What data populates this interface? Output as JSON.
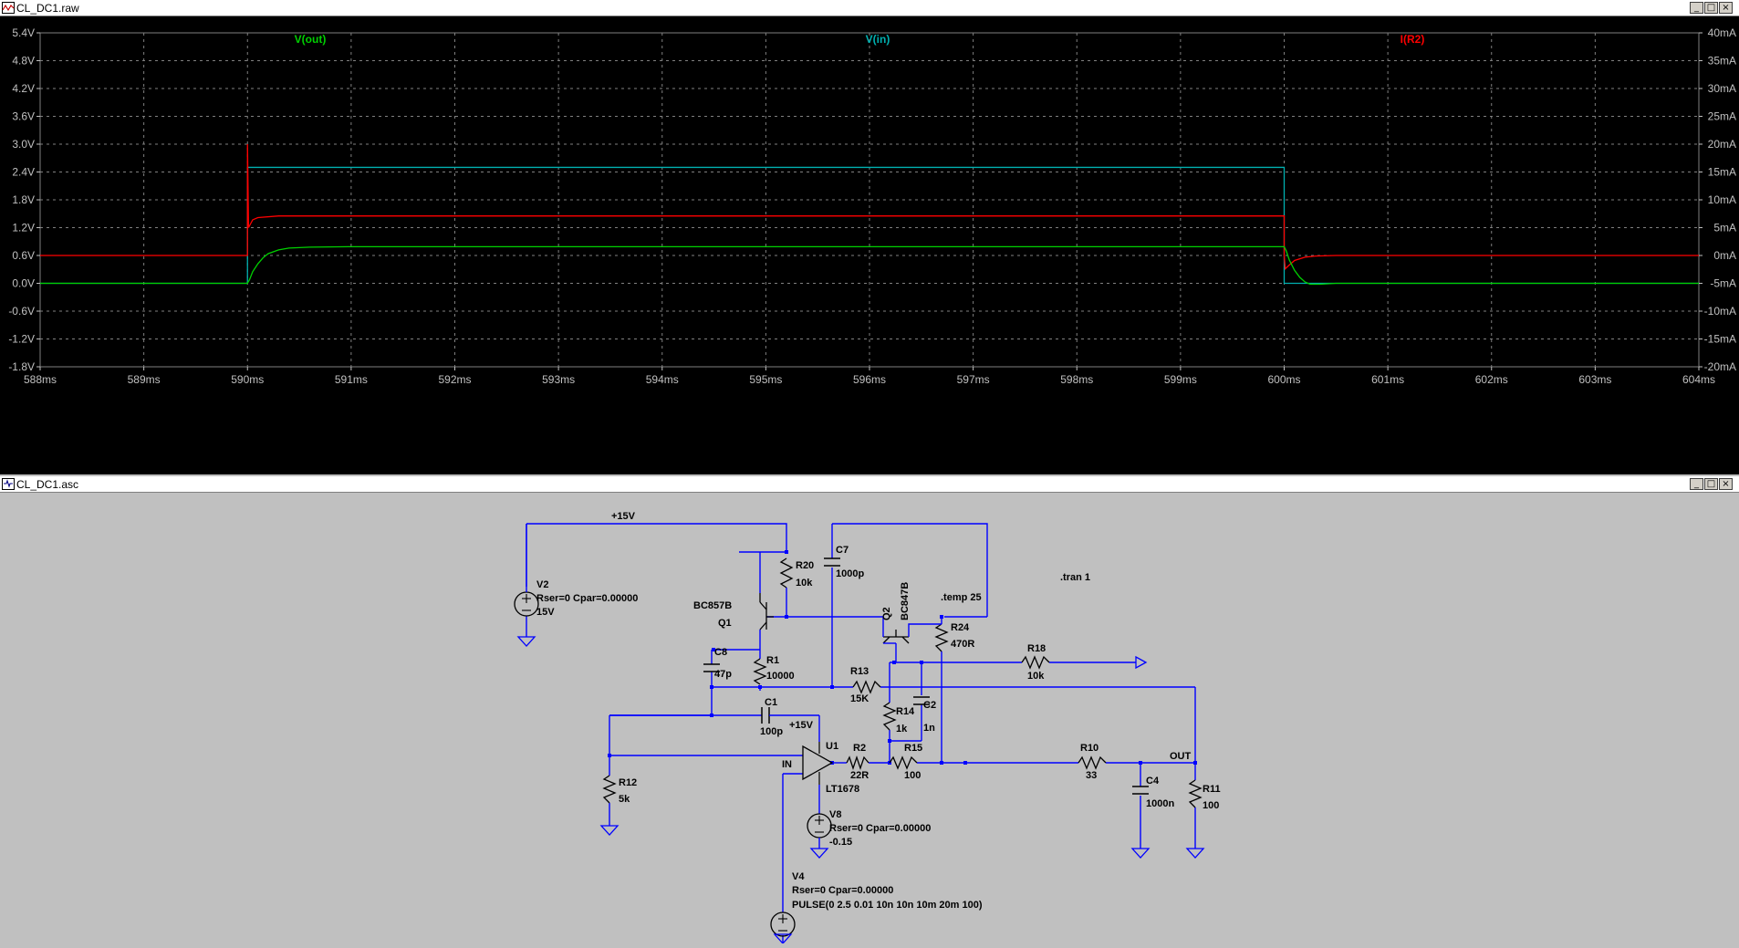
{
  "plot_window": {
    "title": "CL_DC1.raw",
    "controls": {
      "minimize": "_",
      "maximize": "□",
      "close": "×"
    }
  },
  "schematic_window": {
    "title": "CL_DC1.asc",
    "controls": {
      "minimize": "_",
      "maximize": "□",
      "close": "×"
    }
  },
  "chart_data": {
    "type": "line",
    "xlabel": "",
    "x_unit": "ms",
    "xlim": [
      588,
      604
    ],
    "x_ticks": [
      "588ms",
      "589ms",
      "590ms",
      "591ms",
      "592ms",
      "593ms",
      "594ms",
      "595ms",
      "596ms",
      "597ms",
      "598ms",
      "599ms",
      "600ms",
      "601ms",
      "602ms",
      "603ms",
      "604ms"
    ],
    "left_axis": {
      "ylim": [
        -1.8,
        5.4
      ],
      "ticks": [
        "5.4V",
        "4.8V",
        "4.2V",
        "3.6V",
        "3.0V",
        "2.4V",
        "1.8V",
        "1.2V",
        "0.6V",
        "0.0V",
        "-0.6V",
        "-1.2V",
        "-1.8V"
      ]
    },
    "right_axis": {
      "ylim": [
        -20,
        40
      ],
      "ticks": [
        "40mA",
        "35mA",
        "30mA",
        "25mA",
        "20mA",
        "15mA",
        "10mA",
        "5mA",
        "0mA",
        "-5mA",
        "-10mA",
        "-15mA",
        "-20mA"
      ]
    },
    "grid": true,
    "series": [
      {
        "name": "V(out)",
        "color": "#00d000",
        "axis": "left",
        "points": [
          [
            588,
            0
          ],
          [
            590,
            0
          ],
          [
            590.02,
            0.08
          ],
          [
            590.05,
            0.25
          ],
          [
            590.1,
            0.42
          ],
          [
            590.15,
            0.55
          ],
          [
            590.2,
            0.64
          ],
          [
            590.3,
            0.72
          ],
          [
            590.4,
            0.76
          ],
          [
            590.6,
            0.78
          ],
          [
            591,
            0.79
          ],
          [
            600,
            0.79
          ],
          [
            600.02,
            0.7
          ],
          [
            600.05,
            0.5
          ],
          [
            600.1,
            0.28
          ],
          [
            600.15,
            0.13
          ],
          [
            600.2,
            0.03
          ],
          [
            600.25,
            -0.02
          ],
          [
            600.35,
            -0.02
          ],
          [
            600.5,
            0
          ],
          [
            604,
            0
          ]
        ]
      },
      {
        "name": "V(in)",
        "color": "#00b0b0",
        "axis": "left",
        "points": [
          [
            588,
            0
          ],
          [
            590,
            0
          ],
          [
            590,
            2.5
          ],
          [
            600,
            2.5
          ],
          [
            600,
            0
          ],
          [
            604,
            0
          ]
        ]
      },
      {
        "name": "I(R2)",
        "color": "#ff0000",
        "axis": "right",
        "points": [
          [
            588,
            0
          ],
          [
            590,
            0
          ],
          [
            590,
            20
          ],
          [
            590.01,
            5
          ],
          [
            590.05,
            6.4
          ],
          [
            590.1,
            6.8
          ],
          [
            590.3,
            7.1
          ],
          [
            600,
            7.1
          ],
          [
            600,
            0
          ],
          [
            600.01,
            -2.4
          ],
          [
            600.05,
            -1.7
          ],
          [
            600.1,
            -0.9
          ],
          [
            600.2,
            -0.3
          ],
          [
            600.3,
            -0.1
          ],
          [
            600.5,
            0
          ],
          [
            604,
            0
          ]
        ]
      }
    ]
  },
  "schematic": {
    "labels": {
      "p15v_top": "+15V",
      "v2_name": "V2",
      "v2_params": "Rser=0 Cpar=0.00000",
      "v2_value": "15V",
      "r20_name": "R20",
      "r20_value": "10k",
      "c7_name": "C7",
      "c7_value": "1000p",
      "q1_type": "BC857B",
      "q1_name": "Q1",
      "q2_name": "Q2",
      "q2_type": "BC847B",
      "temp": ".temp 25",
      "tran": ".tran 1",
      "r24_name": "R24",
      "r24_value": "470R",
      "c8_name": "C8",
      "c8_value": "47p",
      "r1_name": "R1",
      "r1_value": "10000",
      "r18_name": "R18",
      "r18_value": "10k",
      "r13_name": "R13",
      "r13_value": "15K",
      "r14_name": "R14",
      "r14_value": "1k",
      "c2_name": "C2",
      "c2_value": "1n",
      "c1_name": "C1",
      "c1_value": "100p",
      "p15v_u1": "+15V",
      "u1_name": "U1",
      "u1_type": "LT1678",
      "r2_name": "R2",
      "r2_value": "22R",
      "r15_name": "R15",
      "r15_value": "100",
      "r10_name": "R10",
      "r10_value": "33",
      "out": "OUT",
      "in": "IN",
      "c4_name": "C4",
      "c4_value": "1000n",
      "r11_name": "R11",
      "r11_value": "100",
      "r12_name": "R12",
      "r12_value": "5k",
      "v8_name": "V8",
      "v8_params": "Rser=0 Cpar=0.00000",
      "v8_value": "-0.15",
      "v4_name": "V4",
      "v4_params": "Rser=0 Cpar=0.00000",
      "v4_value": "PULSE(0 2.5 0.01 10n 10n 10m 20m 100)"
    }
  }
}
